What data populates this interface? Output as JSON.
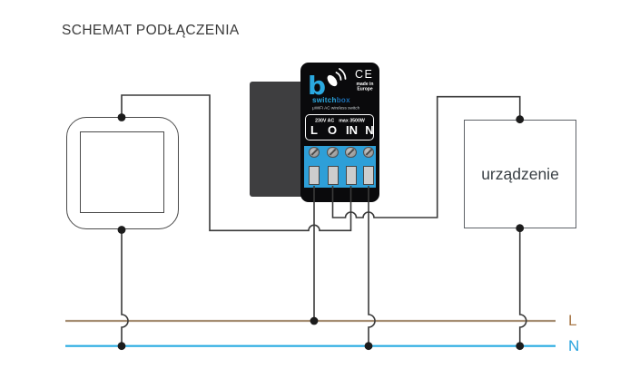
{
  "title": "SCHEMAT PODŁĄCZENIA",
  "switch_module": {
    "logo_letter": "b",
    "ce_mark": "CE",
    "made_in_line1": "made in",
    "made_in_line2": "Europe",
    "brand_part1": "switch",
    "brand_part2": "box",
    "subtitle": "μWiFi AC wireless switch",
    "rating_voltage": "230V AC",
    "rating_power": "max 3500W",
    "terminals": [
      "L",
      "O",
      "IN",
      "N"
    ]
  },
  "load_box": {
    "label": "urządzenie"
  },
  "power_lines": {
    "line_label": "L",
    "neutral_label": "N"
  },
  "colors": {
    "accent_blue": "#2AA9E0",
    "brand_dark_blue": "#1B6FB5",
    "terminal_strip_blue": "#2E9FD8",
    "line_brown": "#A58D72",
    "neutral_blue": "#29ABE2",
    "wire_dark": "#3A3A3A",
    "device_black": "#0A0A0C",
    "back_plate_gray": "#3E3E40"
  }
}
